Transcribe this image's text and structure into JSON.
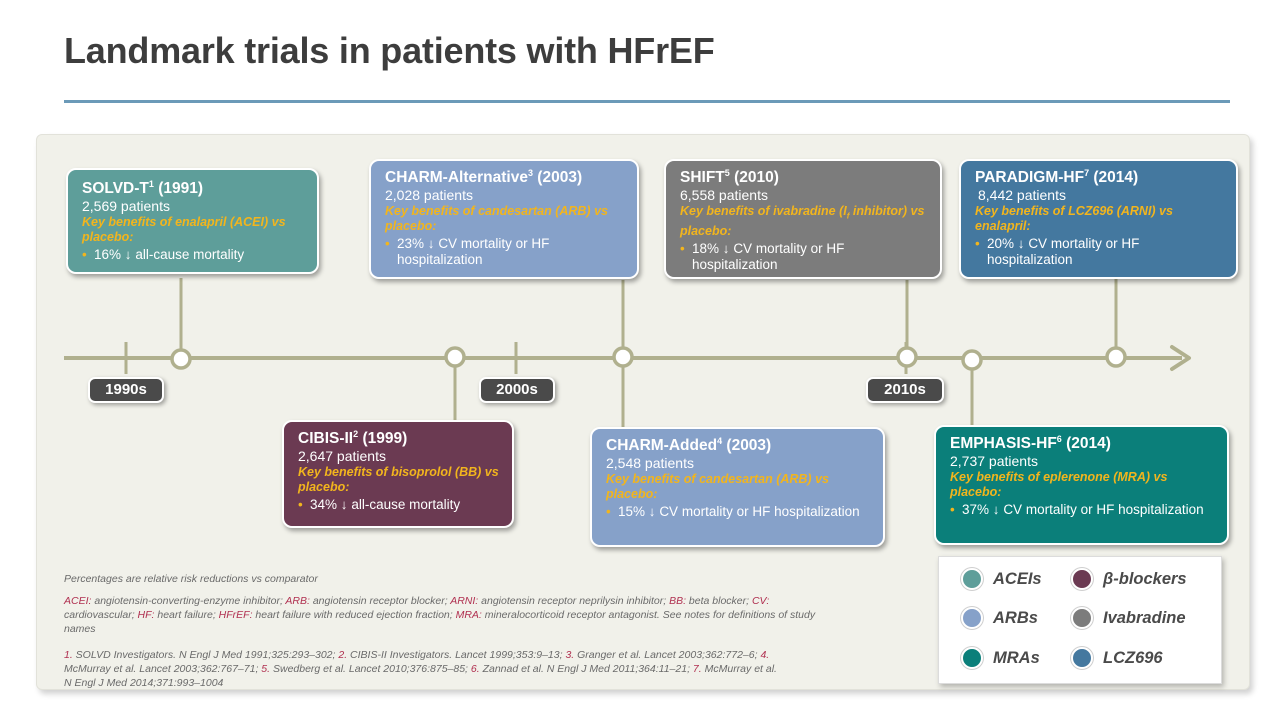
{
  "title": "Landmark trials in patients with HFrEF",
  "colors": {
    "acei": "#5e9e9a",
    "arb": "#86a1c9",
    "bb": "#6b3a52",
    "ivabradine": "#7c7c7c",
    "mra": "#0b7f7a",
    "lcz": "#44789f",
    "benefit_text": "#f2b51d",
    "timeline": "#b0b08e"
  },
  "decades": [
    "1990s",
    "2000s",
    "2010s"
  ],
  "trials": {
    "solvd": {
      "name": "SOLVD-T",
      "ref": "1",
      "year": "(1991)",
      "patients": "2,569 patients",
      "benefit": "Key benefits of enalapril (ACEI) vs placebo:",
      "result_pct": "16%",
      "result_text": "all-cause mortality"
    },
    "cibis": {
      "name": "CIBIS-II",
      "ref": "2",
      "year": "(1999)",
      "patients": "2,647 patients",
      "benefit": "Key benefits of bisoprolol (BB) vs placebo:",
      "result_pct": "34%",
      "result_text": "all-cause mortality"
    },
    "charm_alt": {
      "name": "CHARM-Alternative",
      "ref": "3",
      "year": "(2003)",
      "patients": "2,028 patients",
      "benefit": "Key benefits of candesartan (ARB) vs placebo:",
      "result_pct": "23%",
      "result_text": "CV mortality or HF hospitalization"
    },
    "charm_add": {
      "name": "CHARM-Added",
      "ref": "4",
      "year": "(2003)",
      "patients": "2,548 patients",
      "benefit": "Key benefits of candesartan (ARB) vs placebo:",
      "result_pct": "15%",
      "result_text": "CV mortality or HF hospitalization"
    },
    "shift": {
      "name": "SHIFT",
      "ref": "5",
      "year": "(2010)",
      "patients": "6,558 patients",
      "benefit_pre": "Key benefits of ivabradine (I",
      "benefit_sub": "f",
      "benefit_post": " inhibitor) vs placebo:",
      "result_pct": "18%",
      "result_text": "CV mortality or HF hospitalization"
    },
    "emphasis": {
      "name": "EMPHASIS-HF",
      "ref": "6",
      "year": "(2014)",
      "patients": "2,737 patients",
      "benefit": "Key benefits of eplerenone (MRA) vs placebo:",
      "result_pct": "37%",
      "result_text": "CV mortality or HF hospitalization"
    },
    "paradigm": {
      "name": "PARADIGM-HF",
      "ref": "7",
      "year": "(2014)",
      "patients": "8,442 patients",
      "benefit": "Key benefits of LCZ696 (ARNI) vs enalapril:",
      "result_pct": "20%",
      "result_text": "CV mortality or HF hospitalization"
    }
  },
  "notes": {
    "rrr": "Percentages are relative risk reductions vs comparator",
    "abbreviations": [
      {
        "abbr": "ACEI:",
        "text": " angiotensin-converting-enzyme inhibitor; "
      },
      {
        "abbr": "ARB:",
        "text": " angiotensin receptor blocker; "
      },
      {
        "abbr": "ARNI:",
        "text": " angiotensin receptor neprilysin inhibitor; "
      },
      {
        "abbr": "BB:",
        "text": " beta blocker; "
      },
      {
        "abbr": "CV:",
        "text": " cardiovascular; "
      },
      {
        "abbr": "HF:",
        "text": " heart failure; "
      },
      {
        "abbr": "HFrEF:",
        "text": " heart failure with reduced ejection fraction; "
      },
      {
        "abbr": "MRA:",
        "text": " mineralocorticoid receptor antagonist. See notes for definitions of study names"
      }
    ],
    "references": [
      {
        "num": "1.",
        "text": " SOLVD Investigators. N Engl J Med 1991;325:293–302; "
      },
      {
        "num": "2.",
        "text": " CIBIS-II Investigators. Lancet 1999;353:9–13; "
      },
      {
        "num": "3.",
        "text": " Granger et al. Lancet 2003;362:772–6; "
      },
      {
        "num": "4.",
        "text": " McMurray et al. Lancet 2003;362:767–71; "
      },
      {
        "num": "5.",
        "text": " Swedberg et al. Lancet 2010;376:875–85; "
      },
      {
        "num": "6.",
        "text": " Zannad et al. N Engl J Med 2011;364:11–21; "
      },
      {
        "num": "7.",
        "text": " McMurray et al. N Engl J Med 2014;371:993–1004"
      }
    ]
  },
  "legend": {
    "acei": "ACEIs",
    "bb": "β-blockers",
    "arb": "ARBs",
    "ivabradine": "Ivabradine",
    "mra": "MRAs",
    "lcz": "LCZ696"
  }
}
